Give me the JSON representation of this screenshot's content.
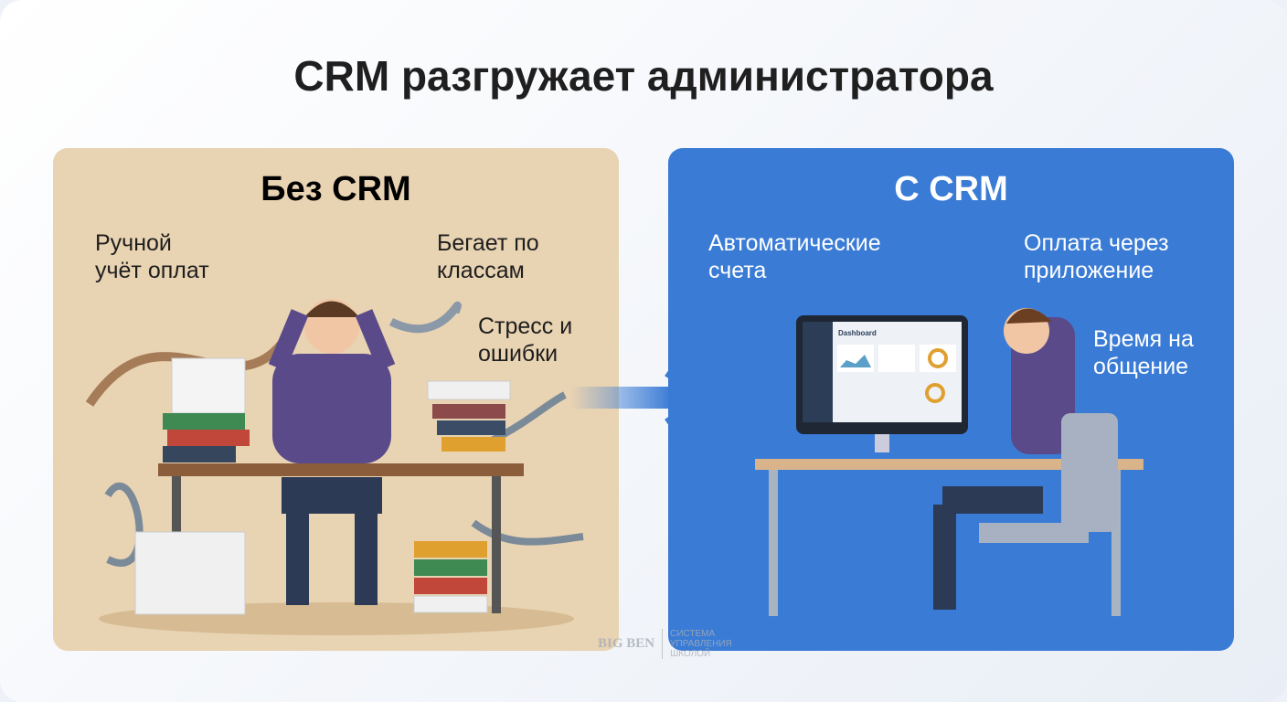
{
  "title": "CRM разгружает администратора",
  "left": {
    "heading": "Без CRM",
    "labels": [
      "Ручной учёт оплат",
      "Бегает по классам",
      "Стресс и ошибки"
    ],
    "color": "#e8d3b2"
  },
  "right": {
    "heading": "С CRM",
    "labels": [
      "Автоматические счета",
      "Оплата через приложение",
      "Время на общение"
    ],
    "color": "#3a7bd5",
    "screen_title": "Dashboard"
  },
  "watermark": {
    "logo": "BIG BEN",
    "text": "СИСТЕМА УПРАВЛЕНИЯ ШКОЛОЙ"
  }
}
